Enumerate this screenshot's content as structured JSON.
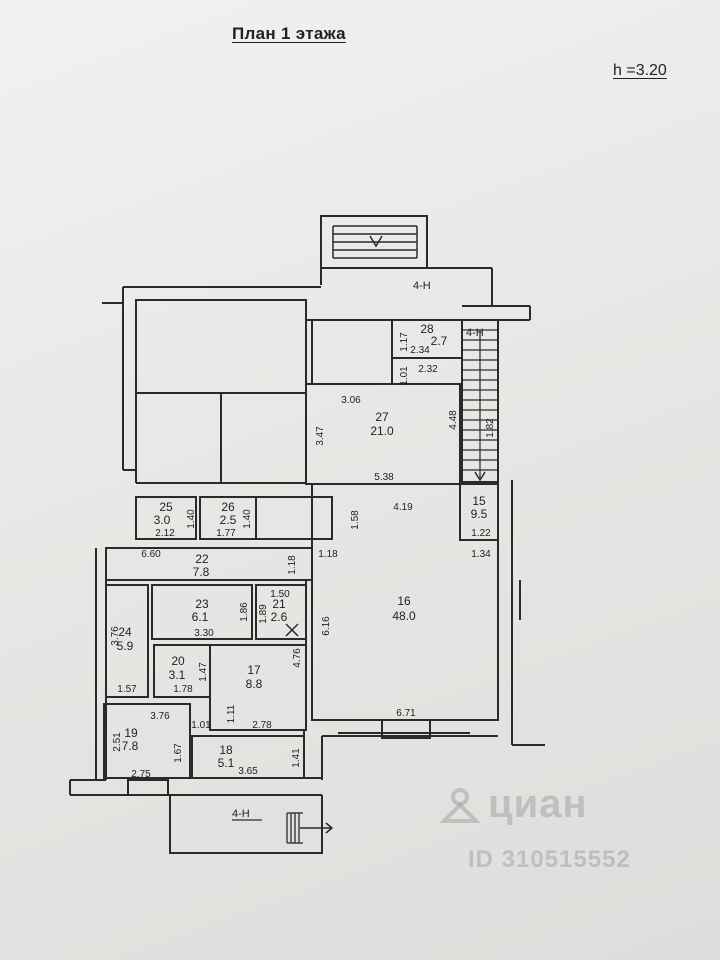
{
  "header": {
    "title": "План 1 этажа",
    "ceiling_height": "h =3.20"
  },
  "axis_labels": {
    "top": "4-H",
    "right": "4-H",
    "bottom": "4-H"
  },
  "rooms": {
    "r15": {
      "num": "15",
      "area": "9.5"
    },
    "r16": {
      "num": "16",
      "area": "48.0"
    },
    "r17": {
      "num": "17",
      "area": "8.8"
    },
    "r18": {
      "num": "18",
      "area": "5.1"
    },
    "r19": {
      "num": "19",
      "area": "7.8"
    },
    "r20": {
      "num": "20",
      "area": "3.1"
    },
    "r21": {
      "num": "21",
      "area": "2.6"
    },
    "r22": {
      "num": "22",
      "area": "7.8"
    },
    "r23": {
      "num": "23",
      "area": "6.1"
    },
    "r24": {
      "num": "24",
      "area": "5.9"
    },
    "r25": {
      "num": "25",
      "area": "3.0"
    },
    "r26": {
      "num": "26",
      "area": "2.5"
    },
    "r27": {
      "num": "27",
      "area": "21.0"
    },
    "r28": {
      "num": "28",
      "area": "2.7"
    }
  },
  "dimensions": {
    "d117": "1.17",
    "d234": "2.34",
    "d101": "1.01",
    "d232": "2.32",
    "d306": "3.06",
    "d347": "3.47",
    "d448": "4.48",
    "d538": "5.38",
    "d182": "1.82",
    "d419": "4.19",
    "d158": "1.58",
    "d122": "1.22",
    "d134": "1.34",
    "d140a": "1.40",
    "d212": "2.12",
    "d140b": "1.40",
    "d177": "1.77",
    "d660": "6.60",
    "d118a": "1.18",
    "d118b": "1.18",
    "d150": "1.50",
    "d186": "1.86",
    "d189": "1.89",
    "d330": "3.30",
    "d376a": "3.76",
    "d616": "6.16",
    "d476": "4.76",
    "d147": "1.47",
    "d157": "1.57",
    "d178": "1.78",
    "d376b": "3.76",
    "d101b": "1.01",
    "d111": "1.11",
    "d278": "2.78",
    "d251": "2.51",
    "d167": "1.67",
    "d141": "1.41",
    "d275": "2.75",
    "d365": "3.65",
    "d671": "6.71"
  },
  "watermark": {
    "brand": "циан",
    "listing_id": "ID 310515552"
  }
}
